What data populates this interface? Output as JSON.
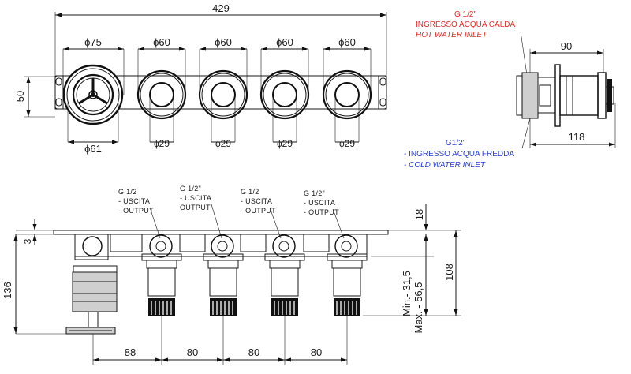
{
  "front_view": {
    "overall_width": "429",
    "height": "50",
    "diameters_top": [
      "ϕ75",
      "ϕ60",
      "ϕ60",
      "ϕ60",
      "ϕ60"
    ],
    "diameters_bottom": [
      "ϕ61",
      "ϕ29",
      "ϕ29",
      "ϕ29",
      "ϕ29"
    ]
  },
  "side_view": {
    "hot_inlet": {
      "thread": "G 1/2\"",
      "label_it": "INGRESSO ACQUA CALDA",
      "label_en": "HOT WATER INLET"
    },
    "cold_inlet": {
      "thread": "G1/2\"",
      "label_it": "- INGRESSO ACQUA FREDDA",
      "label_en": "- COLD WATER INLET"
    },
    "depth_top": "90",
    "depth_bottom": "118"
  },
  "top_view": {
    "outputs": [
      {
        "thread": "G 1/2",
        "line2": "- USCITA",
        "line3": "- OUTPUT"
      },
      {
        "thread": "G 1/2\"",
        "line2": "- USCITA",
        "line3": "OUTPUT"
      },
      {
        "thread": "G 1/2",
        "line2": "- USCITA",
        "line3": "- OUTPUT"
      },
      {
        "thread": "G 1/2\"",
        "line2": "- USCITA",
        "line3": "- OUTPUT"
      }
    ],
    "plate_thickness": "3",
    "total_depth": "136",
    "right_dim_top": "18",
    "right_dim_mid": "108",
    "min": "Min.- 31,5",
    "max": "Max. - 56,5",
    "spacing": [
      "88",
      "80",
      "80",
      "80"
    ]
  }
}
